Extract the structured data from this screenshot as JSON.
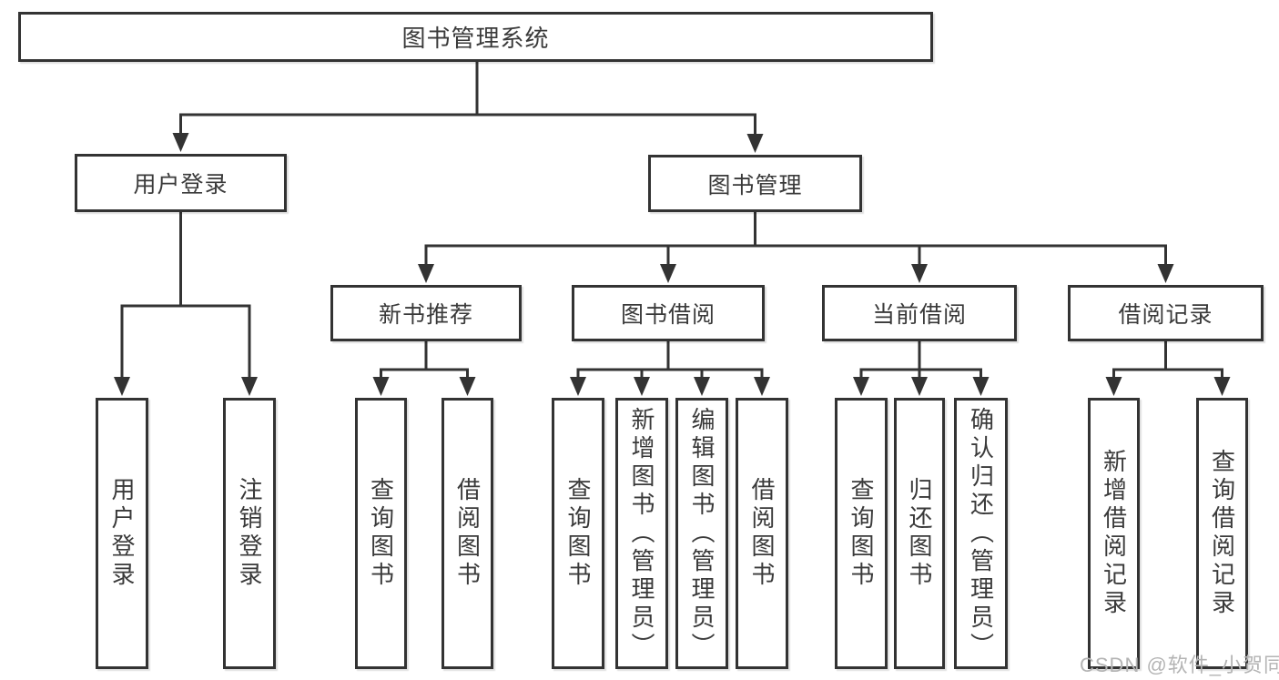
{
  "diagram": {
    "root": {
      "label": "图书管理系统"
    },
    "branches": [
      {
        "label": "用户登录",
        "leaves": [
          {
            "label": "用户登录"
          },
          {
            "label": "注销登录"
          }
        ]
      },
      {
        "label": "图书管理",
        "groups": [
          {
            "label": "新书推荐",
            "leaves": [
              {
                "label": "查询图书"
              },
              {
                "label": "借阅图书"
              }
            ]
          },
          {
            "label": "图书借阅",
            "leaves": [
              {
                "label": "查询图书"
              },
              {
                "label": "新增图书（管理员）"
              },
              {
                "label": "编辑图书（管理员）"
              },
              {
                "label": "借阅图书"
              }
            ]
          },
          {
            "label": "当前借阅",
            "leaves": [
              {
                "label": "查询图书"
              },
              {
                "label": "归还图书"
              },
              {
                "label": "确认归还（管理员）"
              }
            ]
          },
          {
            "label": "借阅记录",
            "leaves": [
              {
                "label": "新增借阅记录"
              },
              {
                "label": "查询借阅记录"
              }
            ]
          }
        ]
      }
    ]
  },
  "watermark": {
    "text": "CSDN @软件_小贺同学"
  },
  "colors": {
    "line": "#333333",
    "text": "#3a3a3a",
    "box_background": "#ffffff",
    "watermark": "#b4b4b4"
  }
}
